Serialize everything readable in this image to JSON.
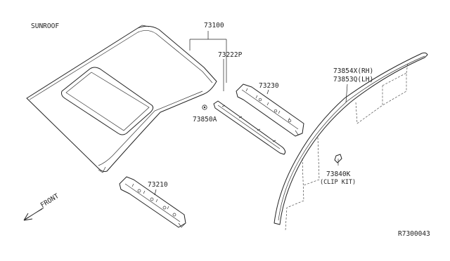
{
  "diagram": {
    "section_title": "SUNROOF",
    "parts": [
      {
        "id": "roof",
        "number": "73100"
      },
      {
        "id": "roof-rail-front",
        "number": "73222P"
      },
      {
        "id": "bow-rear",
        "number": "73230"
      },
      {
        "id": "grommet",
        "number": "73850A"
      },
      {
        "id": "bow-front",
        "number": "73210"
      }
    ],
    "molding_rh": "73854X(RH)",
    "molding_lh": "73853Q(LH)",
    "clip_number": "73840K",
    "clip_note": "(CLIP KIT)",
    "front_indicator": "FRONT",
    "reference_code": "R7300043"
  }
}
